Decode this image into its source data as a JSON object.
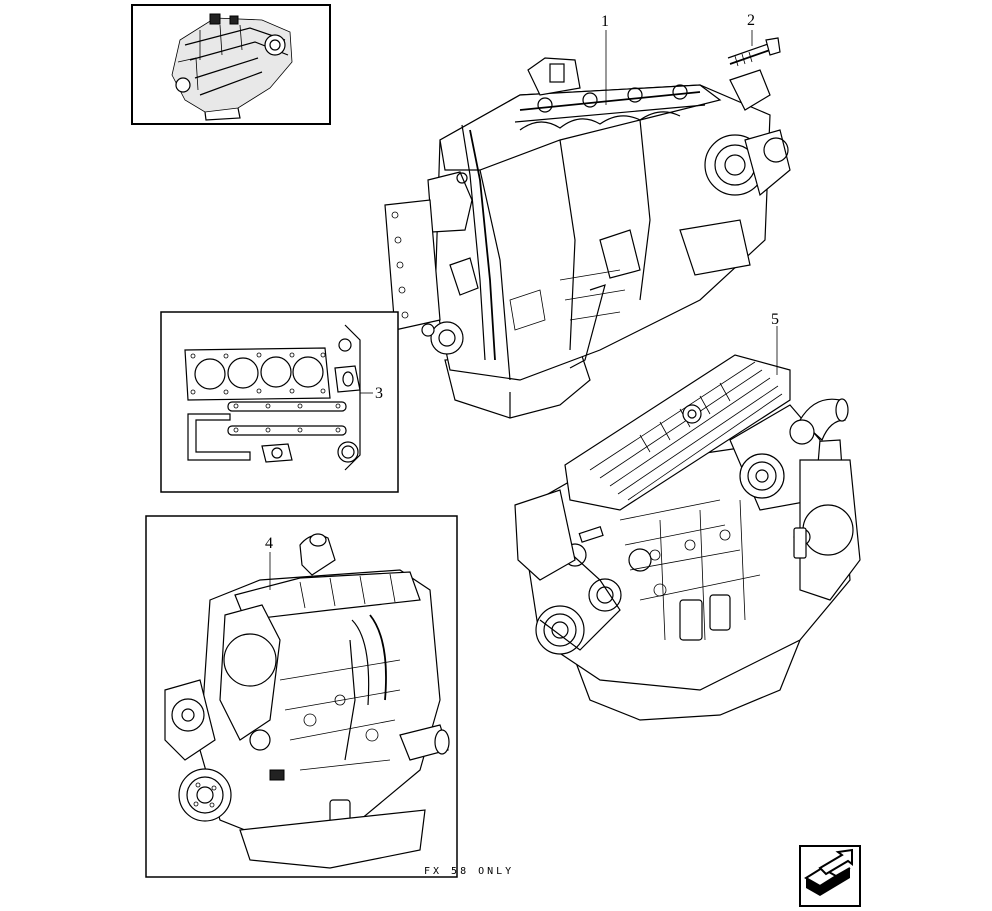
{
  "callouts": {
    "c1": "1",
    "c2": "2",
    "c3": "3",
    "c4": "4",
    "c5": "5"
  },
  "footer": {
    "note": "FX 58 ONLY"
  },
  "icons": {
    "nav": "next-page-arrow-icon"
  }
}
